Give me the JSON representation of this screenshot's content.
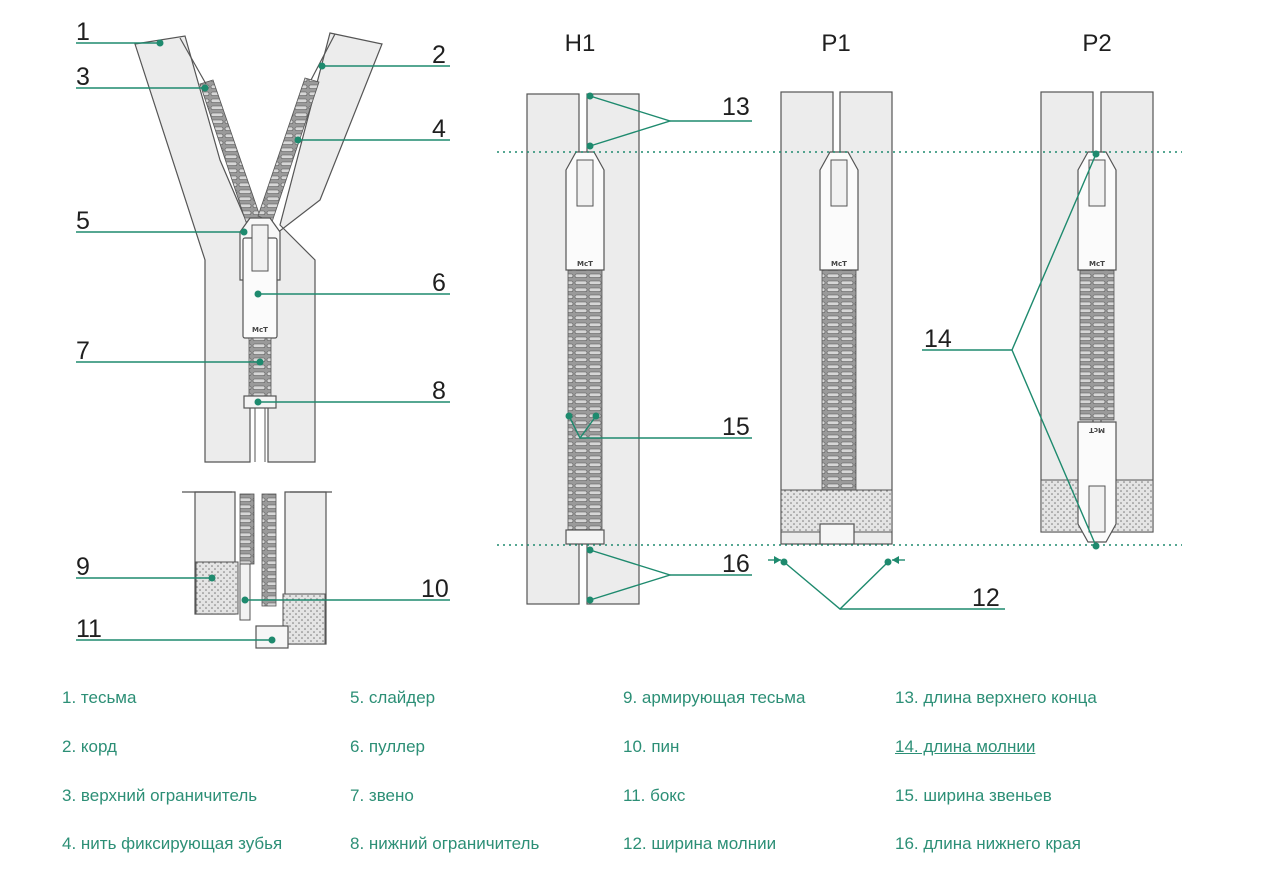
{
  "diagram": {
    "headings": {
      "h1": "H1",
      "p1": "P1",
      "p2": "P2"
    },
    "callouts": {
      "n1": "1",
      "n2": "2",
      "n3": "3",
      "n4": "4",
      "n5": "5",
      "n6": "6",
      "n7": "7",
      "n8": "8",
      "n9": "9",
      "n10": "10",
      "n11": "11",
      "n12": "12",
      "n13": "13",
      "n14": "14",
      "n15": "15",
      "n16": "16"
    },
    "brand_mark": "McT",
    "accent_color": "#1e8a6e"
  },
  "legend": {
    "col1": [
      "1. тесьма",
      "2. корд",
      "3. верхний ограничитель",
      "4. нить фиксирующая зубья"
    ],
    "col2": [
      "5. слайдер",
      "6. пуллер",
      "7. звено",
      "8. нижний ограничитель"
    ],
    "col3": [
      "9. армирующая тесьма",
      "10. пин",
      "11. бокс",
      "12. ширина молнии"
    ],
    "col4": [
      "13. длина верхнего конца",
      "14. длина молнии",
      "15. ширина звеньев",
      "16. длина нижнего края"
    ]
  }
}
